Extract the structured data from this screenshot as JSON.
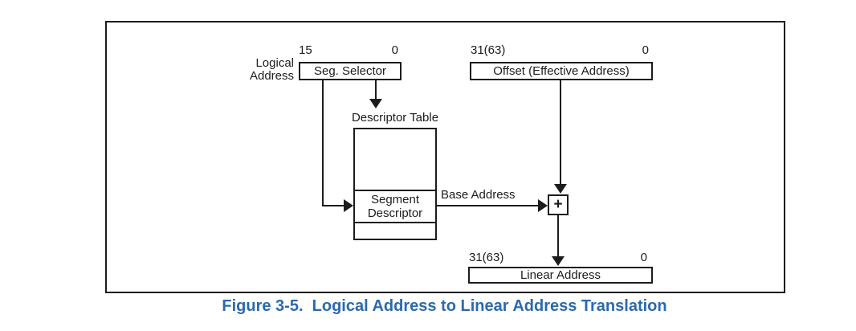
{
  "figure": {
    "caption": "Figure 3-5.  Logical Address to Linear Address Translation"
  },
  "colors": {
    "caption_blue": "#2b69ad",
    "line_color": "#1c1c1c",
    "background": "#ffffff"
  },
  "diagram": {
    "logical_address": {
      "label": "Logical Address"
    },
    "seg_selector": {
      "bit_high": "15",
      "bit_low": "0",
      "label": "Seg. Selector"
    },
    "offset": {
      "bit_high": "31(63)",
      "bit_low": "0",
      "label": "Offset (Effective Address)"
    },
    "descriptor_table": {
      "title": "Descriptor Table",
      "entry": "Segment Descriptor"
    },
    "base_address": {
      "label": "Base Address"
    },
    "adder": {
      "symbol": "+"
    },
    "linear_address": {
      "bit_high": "31(63)",
      "bit_low": "0",
      "label": "Linear Address"
    }
  }
}
